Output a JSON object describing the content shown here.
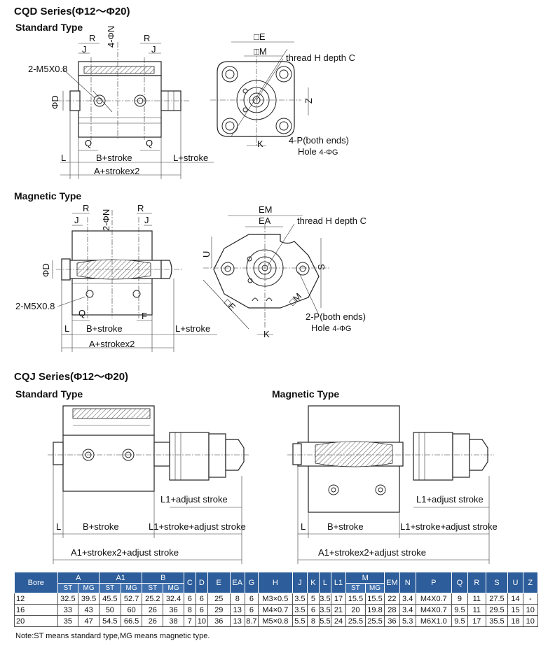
{
  "cqd": {
    "title": "CQD Series(Φ12～Φ20)",
    "standard_title": "Standard Type",
    "magnetic_title": "Magnetic Type",
    "labels": {
      "R": "R",
      "J": "J",
      "N4": "4-ΦN",
      "N2": "2-ΦN",
      "M5": "2-M5X0.8",
      "D": "ΦD",
      "Q": "Q",
      "F": "F",
      "L": "L",
      "B_stroke": "B+stroke",
      "L_stroke": "L+stroke",
      "A_stroke": "A+strokex2",
      "E_sq": "□E",
      "M_sq": "□M",
      "thread": "thread H depth C",
      "Z": "Z",
      "K": "K",
      "P_both": "4-P(both ends)",
      "P_both2": "2-P(both ends)",
      "hole": "Hole",
      "hole_g": "4-ΦG",
      "EM": "EM",
      "EA": "EA",
      "U": "U",
      "S": "S"
    }
  },
  "cqj": {
    "title": "CQJ Series(Φ12～Φ20)",
    "standard_title": "Standard Type",
    "magnetic_title": "Magnetic Type",
    "labels": {
      "L1_adj": "L1+adjust stroke",
      "L": "L",
      "B_stroke": "B+stroke",
      "L1_stroke_adj": "L1+stroke+adjust stroke",
      "A1_total": "A1+strokex2+adjust stroke"
    }
  },
  "table": {
    "headers": [
      "Bore",
      "A",
      "A1",
      "B",
      "C",
      "D",
      "E",
      "EA",
      "G",
      "H",
      "J",
      "K",
      "L",
      "L1",
      "M",
      "EM",
      "N",
      "P",
      "Q",
      "R",
      "S",
      "U",
      "Z"
    ],
    "sub": [
      "ST",
      "MG"
    ],
    "rows": [
      [
        "12",
        "32.5",
        "39.5",
        "45.5",
        "52.7",
        "25.2",
        "32.4",
        "6",
        "6",
        "25",
        "8",
        "6",
        "M3×0.5",
        "3.5",
        "5",
        "3.5",
        "17",
        "15.5",
        "15.5",
        "22",
        "3.4",
        "M4X0.7",
        "9",
        "11",
        "27.5",
        "14",
        "-"
      ],
      [
        "16",
        "33",
        "43",
        "50",
        "60",
        "26",
        "36",
        "8",
        "6",
        "29",
        "13",
        "6",
        "M4×0.7",
        "3.5",
        "6",
        "3.5",
        "21",
        "20",
        "19.8",
        "28",
        "3.4",
        "M4X0.7",
        "9.5",
        "11",
        "29.5",
        "15",
        "10"
      ],
      [
        "20",
        "35",
        "47",
        "54.5",
        "66.5",
        "26",
        "38",
        "7",
        "10",
        "36",
        "13",
        "8.7",
        "M5×0.8",
        "5.5",
        "8",
        "5.5",
        "24",
        "25.5",
        "25.5",
        "36",
        "5.3",
        "M6X1.0",
        "9.5",
        "17",
        "35.5",
        "18",
        "10"
      ]
    ]
  },
  "note": "Note:ST means standard type,MG means magnetic type."
}
